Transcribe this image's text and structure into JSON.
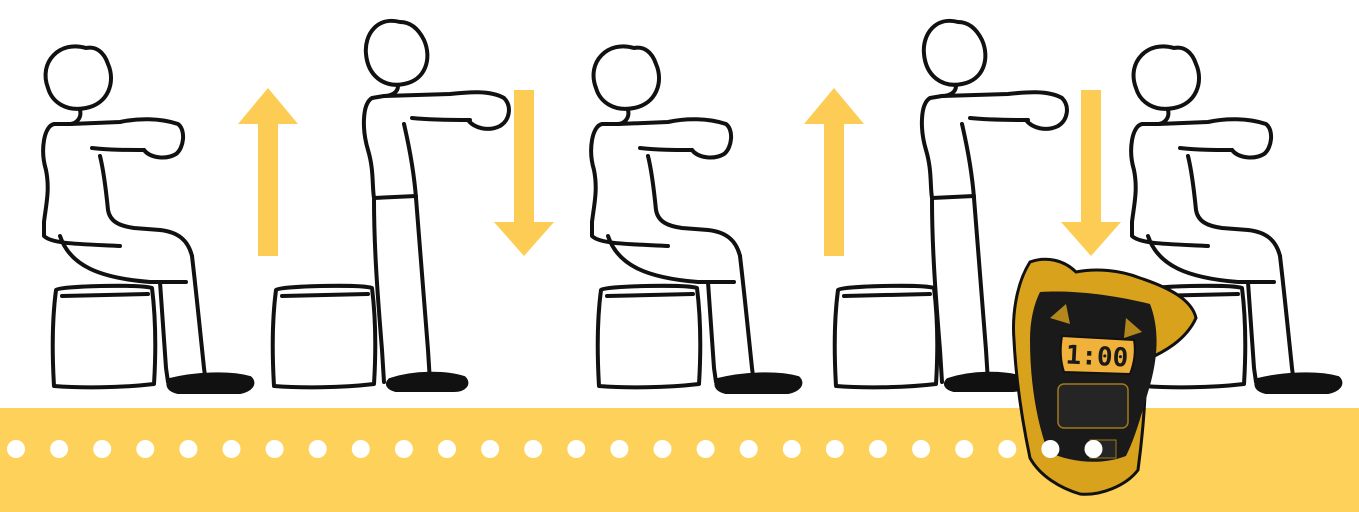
{
  "illustration": {
    "timer_display": "1:00",
    "sequence": [
      "sit",
      "up",
      "stand",
      "down",
      "sit",
      "up",
      "stand",
      "down",
      "sit"
    ],
    "dot_count": 26
  },
  "colors": {
    "accent": "#fdd15a",
    "arrow": "#fccc55",
    "outline": "#111111",
    "timer_body": "#1a1a1a",
    "timer_trim": "#d9a21c",
    "lcd": "#f0b23a",
    "background": "#ffffff"
  }
}
